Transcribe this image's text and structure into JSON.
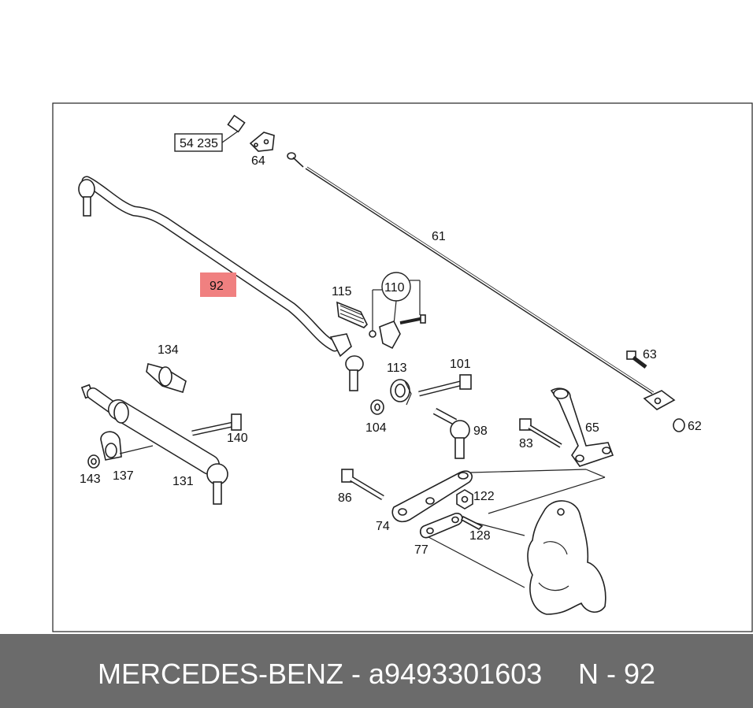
{
  "diagram": {
    "ref_box": "54 235",
    "callouts": {
      "c64": "64",
      "c61": "61",
      "c92": "92",
      "c115": "115",
      "c110": "110",
      "c134": "134",
      "c113": "113",
      "c101": "101",
      "c63": "63",
      "c62": "62",
      "c104": "104",
      "c98": "98",
      "c65": "65",
      "c83": "83",
      "c140": "140",
      "c143": "143",
      "c137": "137",
      "c131": "131",
      "c86": "86",
      "c122": "122",
      "c74": "74",
      "c128": "128",
      "c77": "77"
    },
    "highlight_color": "#f08080"
  },
  "footer": {
    "brand_part": "MERCEDES-BENZ - a9493301603",
    "ref": "N - 92"
  }
}
